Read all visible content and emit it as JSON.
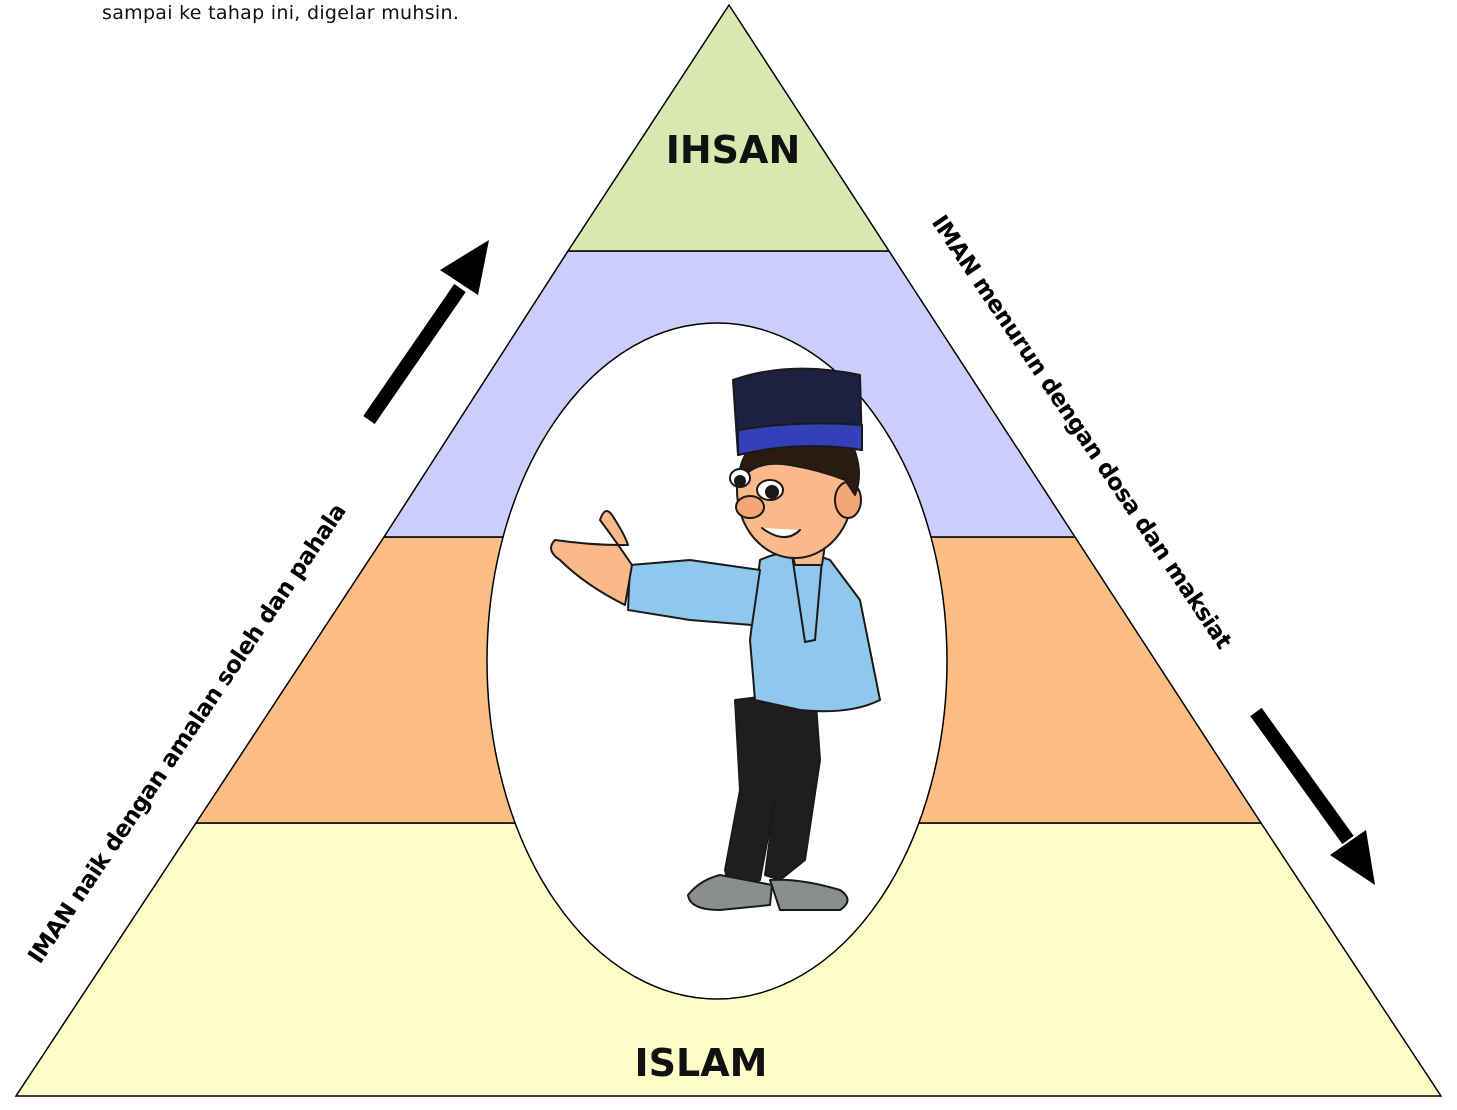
{
  "header": {
    "text": "sampai ke tahap ini, digelar muhsin."
  },
  "pyramid": {
    "tiers": [
      {
        "label": "IHSAN",
        "color": "#d8e8b0"
      },
      {
        "label": "",
        "color": "#cccdfa"
      },
      {
        "label": "",
        "color": "#fcbd84"
      },
      {
        "label": "ISLAM",
        "color": "#fdfdc8"
      }
    ]
  },
  "left_side": {
    "text": "IMAN naik dengan amalan soleh dan pahala",
    "arrow_direction": "up"
  },
  "right_side": {
    "text": "IMAN menurun dengan dosa dan maksiat",
    "arrow_direction": "down"
  },
  "illustration": {
    "icon": "boy-in-songkok-presenting-illustration"
  }
}
